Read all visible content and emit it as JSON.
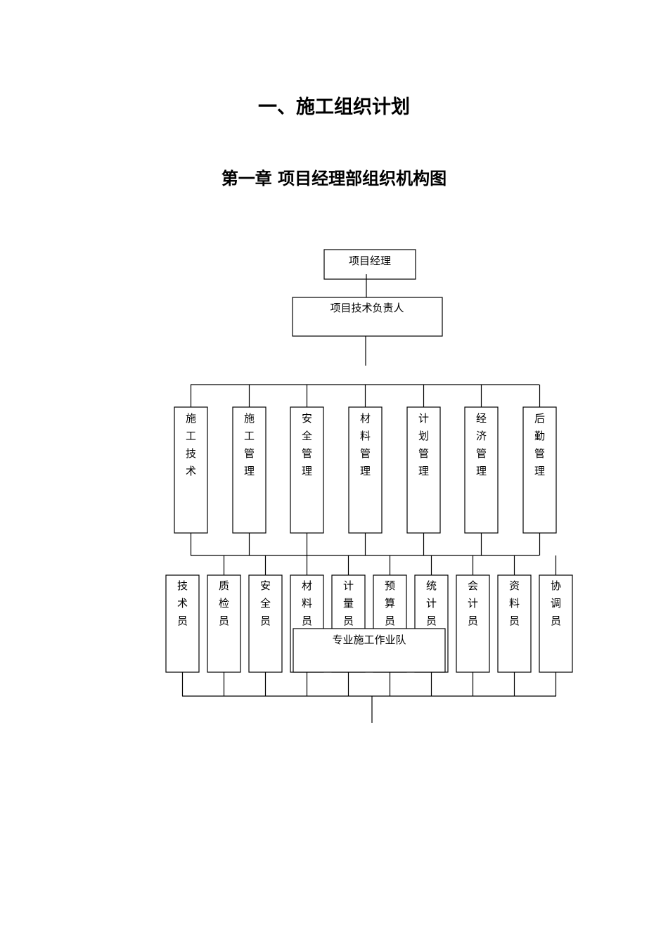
{
  "document": {
    "main_title": "一、施工组织计划",
    "chapter_title": "第一章  项目经理部组织机构图"
  },
  "org_chart": {
    "top": "项目经理",
    "second": "项目技术负责人",
    "departments": [
      "施工技术",
      "施工管理",
      "安全管理",
      "材料管理",
      "计划管理",
      "经济管理",
      "后勤管理"
    ],
    "staff": [
      "技术员",
      "质检员",
      "安全员",
      "材料员",
      "计量员",
      "预算员",
      "统计员",
      "会计员",
      "资料员",
      "协调员"
    ],
    "team": "专业施工作业队"
  }
}
